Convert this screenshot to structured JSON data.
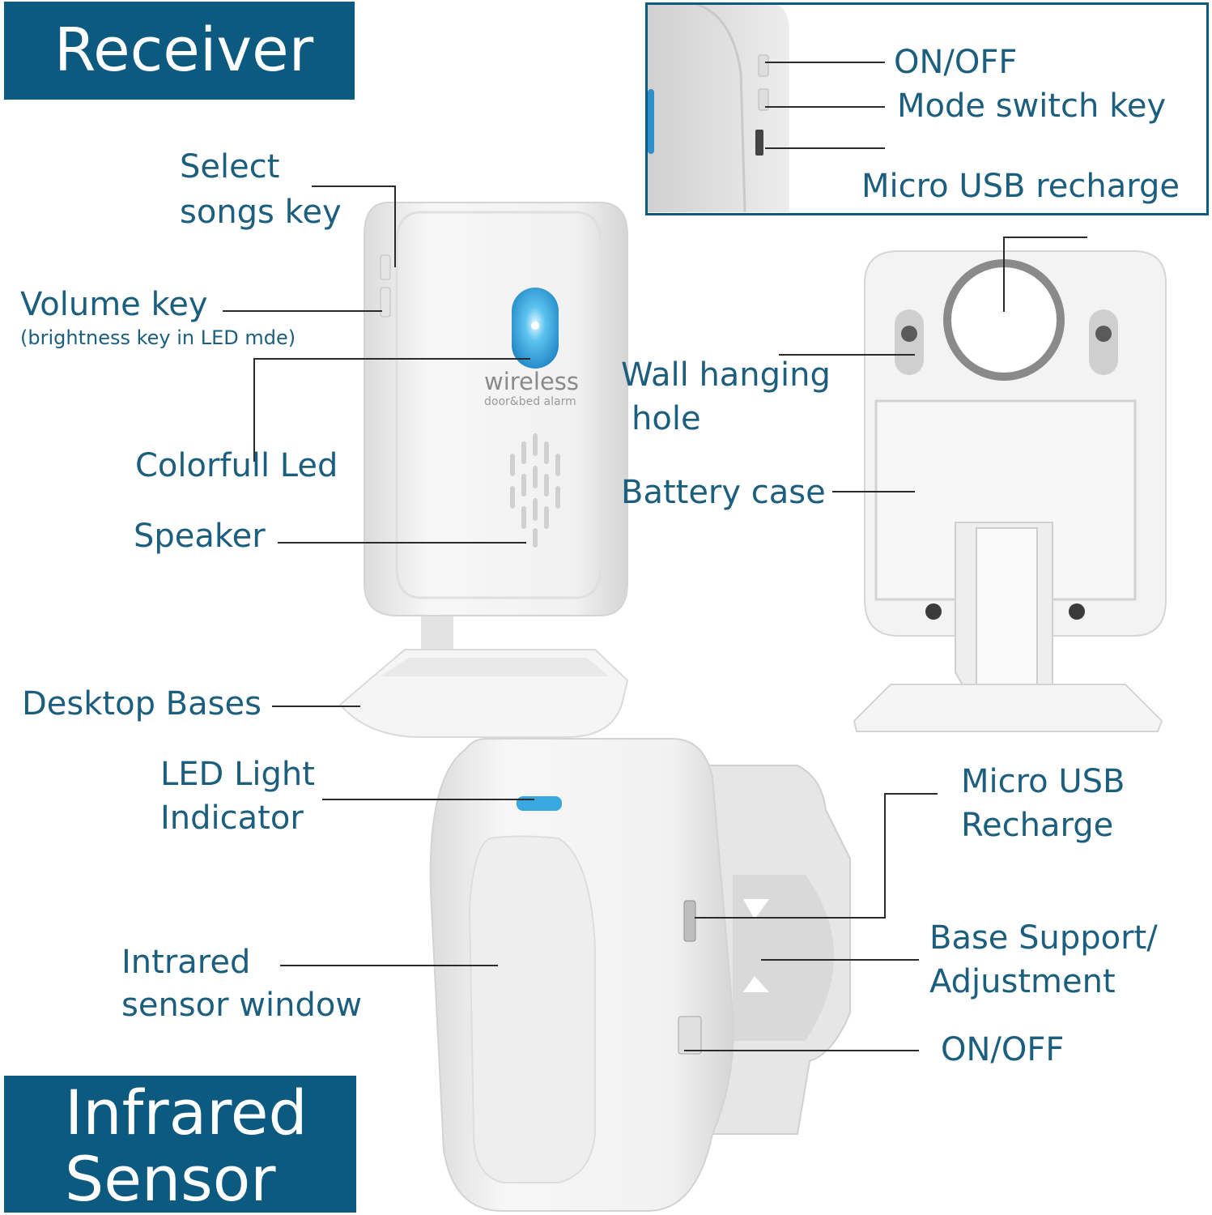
{
  "banners": {
    "receiver": "Receiver",
    "infrared_line1": "Infrared",
    "infrared_line2": "Sensor"
  },
  "device_text": {
    "brand": "wireless",
    "subtitle": "door&bed alarm"
  },
  "labels": {
    "select_songs_line1": "Select",
    "select_songs_line2": "songs key",
    "volume_key": "Volume key",
    "volume_key_note": "(brightness key in LED mde)",
    "colorfull_led": "Colorfull Led",
    "speaker": "Speaker",
    "desktop_bases": "Desktop Bases",
    "on_off_top": "ON/OFF",
    "mode_switch": "Mode switch key",
    "micro_usb_top": "Micro USB recharge",
    "wall_hanging_line1": "Wall hanging",
    "wall_hanging_line2": "hole",
    "battery_case": "Battery case",
    "led_indicator_line1": "LED Light",
    "led_indicator_line2": "Indicator",
    "infrared_window_line1": "Intrared",
    "infrared_window_line2": "sensor window",
    "micro_usb_bottom_line1": "Micro USB",
    "micro_usb_bottom_line2": "Recharge",
    "base_support_line1": "Base Support/",
    "base_support_line2": "Adjustment",
    "on_off_bottom": "ON/OFF"
  },
  "colors": {
    "banner": "#0d5a80",
    "label_text": "#1b5e7e",
    "led_blue": "#3aa8e0",
    "device_white": "#f4f4f4"
  }
}
